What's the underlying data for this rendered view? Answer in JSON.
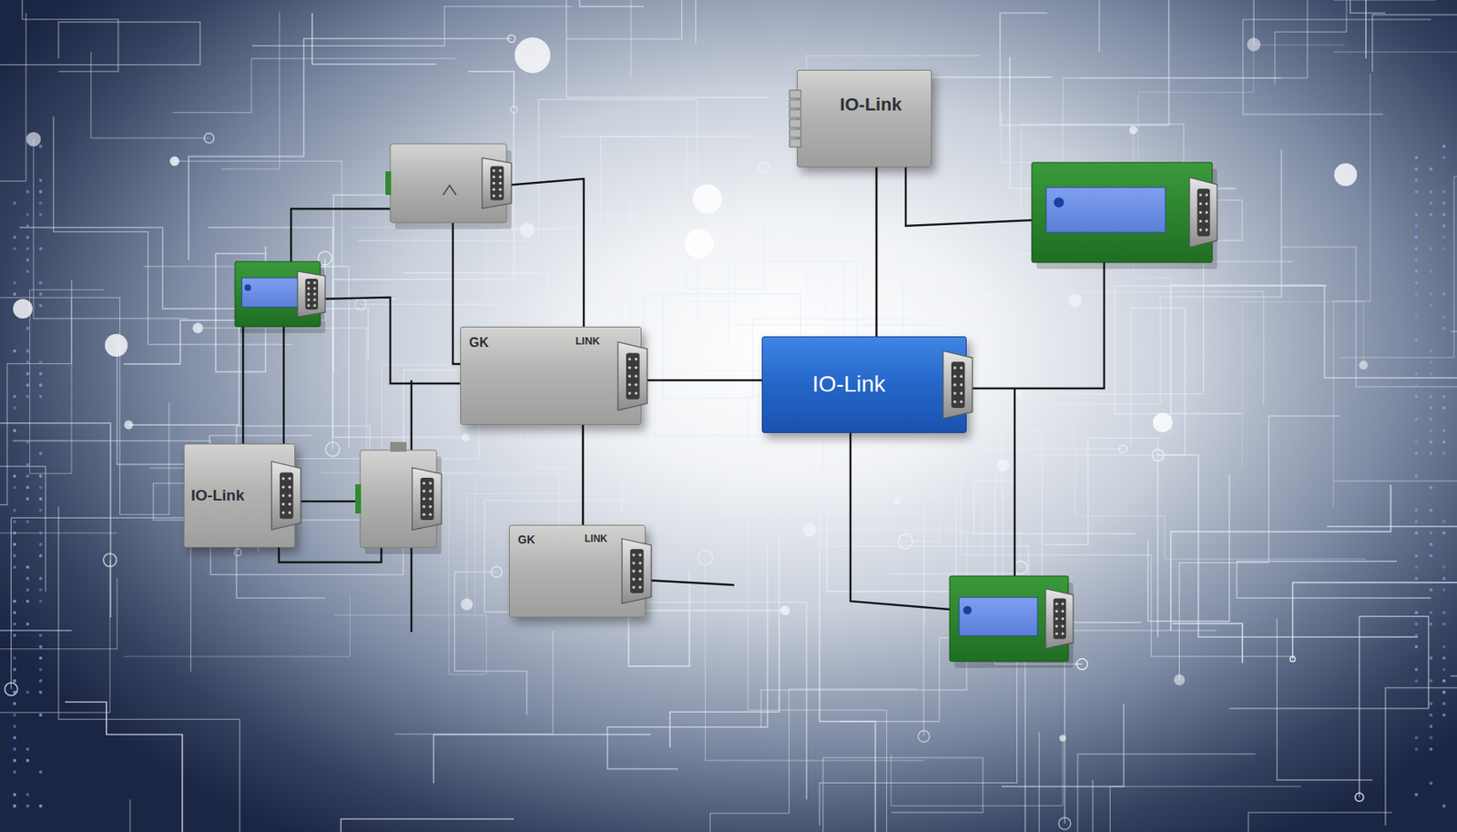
{
  "diagram": {
    "nodes": [
      {
        "text": [
          "IO-Link"
        ]
      },
      {
        "text": [
          "GK",
          "LINK"
        ]
      },
      {
        "text": [
          "IO-Link"
        ]
      },
      {
        "text": [
          "IO-Link"
        ]
      },
      {
        "text": [
          "GK",
          "LINK"
        ]
      }
    ],
    "edges": [
      {
        "from": 0,
        "to": 2,
        "arrow": "none"
      },
      {
        "from": 1,
        "to": 2,
        "arrow": "none"
      },
      {
        "from": 1,
        "to": 4,
        "arrow": "none"
      }
    ]
  }
}
